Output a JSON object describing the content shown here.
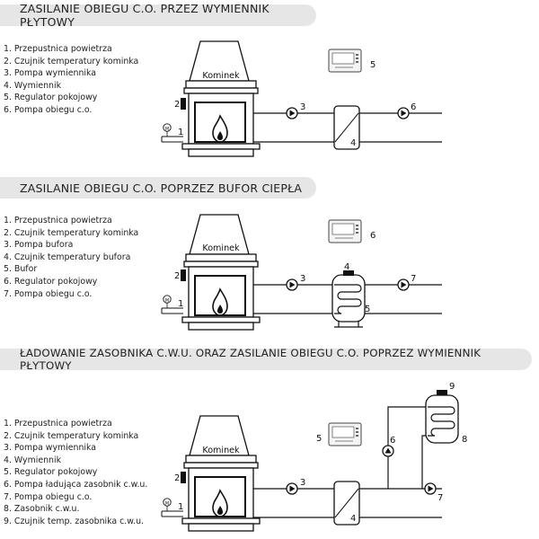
{
  "sections": [
    {
      "title": "ZASILANIE OBIEGU C.O. PRZEZ WYMIENNIK PŁYTOWY",
      "legend": [
        "1. Przepustnica powietrza",
        "2. Czujnik temperatury kominka",
        "3. Pompa wymiennika",
        "4. Wymiennik",
        "5. Regulator pokojowy",
        "6. Pompa obiegu c.o."
      ],
      "fireplace_label": "Kominek",
      "labels": {
        "damper": "1",
        "sensor": "2",
        "pump_a": "3",
        "exchanger": "4",
        "regulator": "5",
        "pump_b": "6"
      },
      "damper_symbol": "M"
    },
    {
      "title": "ZASILANIE OBIEGU C.O. POPRZEZ BUFOR CIEPŁA",
      "legend": [
        "1. Przepustnica powietrza",
        "2. Czujnik temperatury kominka",
        "3. Pompa bufora",
        "4. Czujnik temperatury bufora",
        "5. Bufor",
        "6. Regulator pokojowy",
        "7. Pompa obiegu c.o."
      ],
      "fireplace_label": "Kominek",
      "labels": {
        "damper": "1",
        "sensor": "2",
        "pump_a": "3",
        "buffer_sensor": "4",
        "buffer": "5",
        "regulator": "6",
        "pump_b": "7"
      },
      "damper_symbol": "M"
    },
    {
      "title": "ŁADOWANIE ZASOBNIKA C.W.U. ORAZ ZASILANIE OBIEGU C.O. POPRZEZ WYMIENNIK PŁYTOWY",
      "legend": [
        "1. Przepustnica powietrza",
        "2. Czujnik temperatury kominka",
        "3. Pompa wymiennika",
        "4. Wymiennik",
        "5. Regulator pokojowy",
        "6. Pompa ładująca zasobnik c.w.u.",
        "7. Pompa obiegu c.o.",
        "8. Zasobnik c.w.u.",
        "9. Czujnik temp. zasobnika c.w.u."
      ],
      "fireplace_label": "Kominek",
      "labels": {
        "damper": "1",
        "sensor": "2",
        "pump_a": "3",
        "exchanger": "4",
        "regulator": "5",
        "pump_dhw": "6",
        "pump_b": "7",
        "tank": "8",
        "tank_sensor": "9"
      },
      "damper_symbol": "M"
    }
  ]
}
